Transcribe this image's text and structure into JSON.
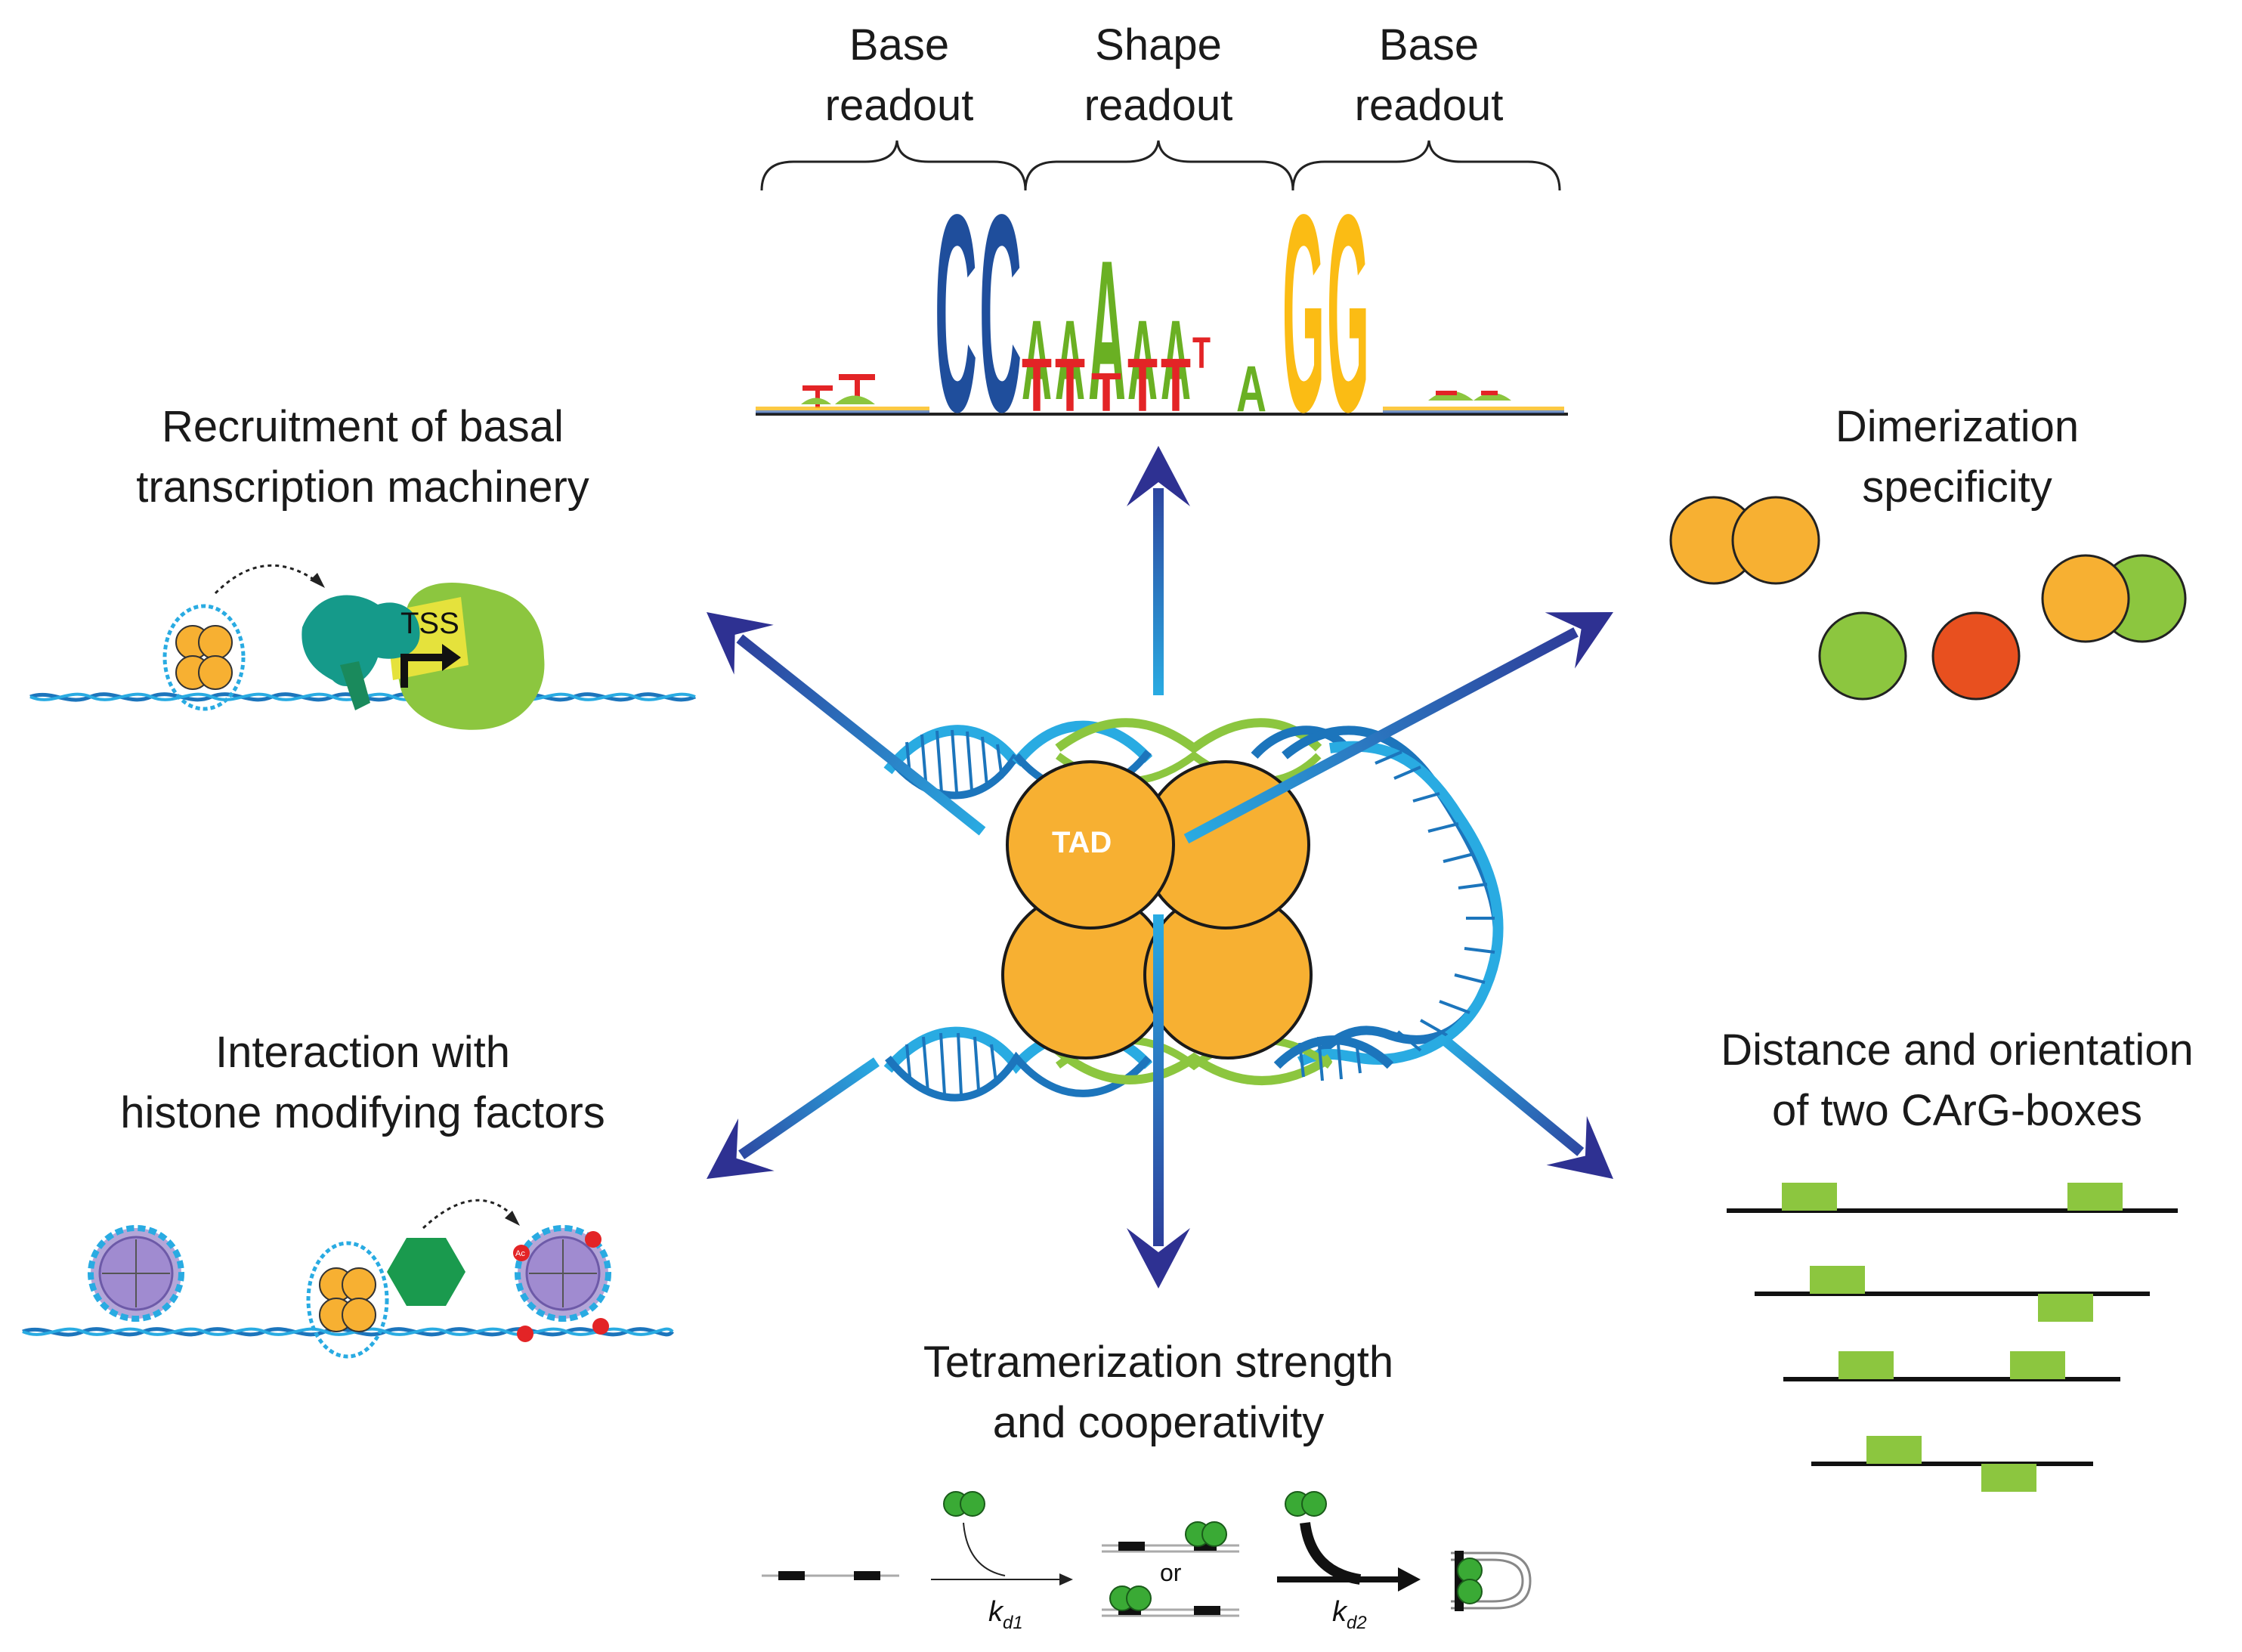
{
  "logo": {
    "top_labels": [
      {
        "line1": "Base",
        "line2": "readout"
      },
      {
        "line1": "Shape",
        "line2": "readout"
      },
      {
        "line1": "Base",
        "line2": "readout"
      }
    ],
    "main_letters": [
      "C",
      "C",
      "A",
      "A",
      "A",
      "A",
      "A",
      "T",
      "G",
      "G"
    ],
    "lower_letters": [
      "T",
      "T",
      "T",
      "T",
      "T",
      "A"
    ]
  },
  "panels": {
    "recruitment": {
      "line1": "Recruitment of basal",
      "line2": "transcription machinery",
      "tss": "TSS"
    },
    "dimerization": {
      "line1": "Dimerization",
      "line2": "specificity"
    },
    "histone": {
      "line1": "Interaction with",
      "line2": "histone modifying factors",
      "ac": "Ac"
    },
    "distance": {
      "line1": "Distance and orientation",
      "line2": "of two CArG-boxes"
    },
    "tetramerization": {
      "line1": "Tetramerization strength",
      "line2": "and cooperativity",
      "or": "or",
      "kd1_main": "k",
      "kd1_sub": "d1",
      "kd2_main": "k",
      "kd2_sub": "d2"
    }
  },
  "center": {
    "tad": "TAD"
  },
  "colors": {
    "arrow_dark": "#2e3192",
    "arrow_light": "#29abe2",
    "protein_orange": "#f7b032",
    "dna_blue": "#1c75bc",
    "dna_green": "#8cc63f",
    "base_C": "#1f4e9c",
    "base_A": "#6ab023",
    "base_T": "#e32426",
    "base_G": "#fbbc14",
    "red_sphere": "#e8501f",
    "green_box": "#8cc63f"
  }
}
